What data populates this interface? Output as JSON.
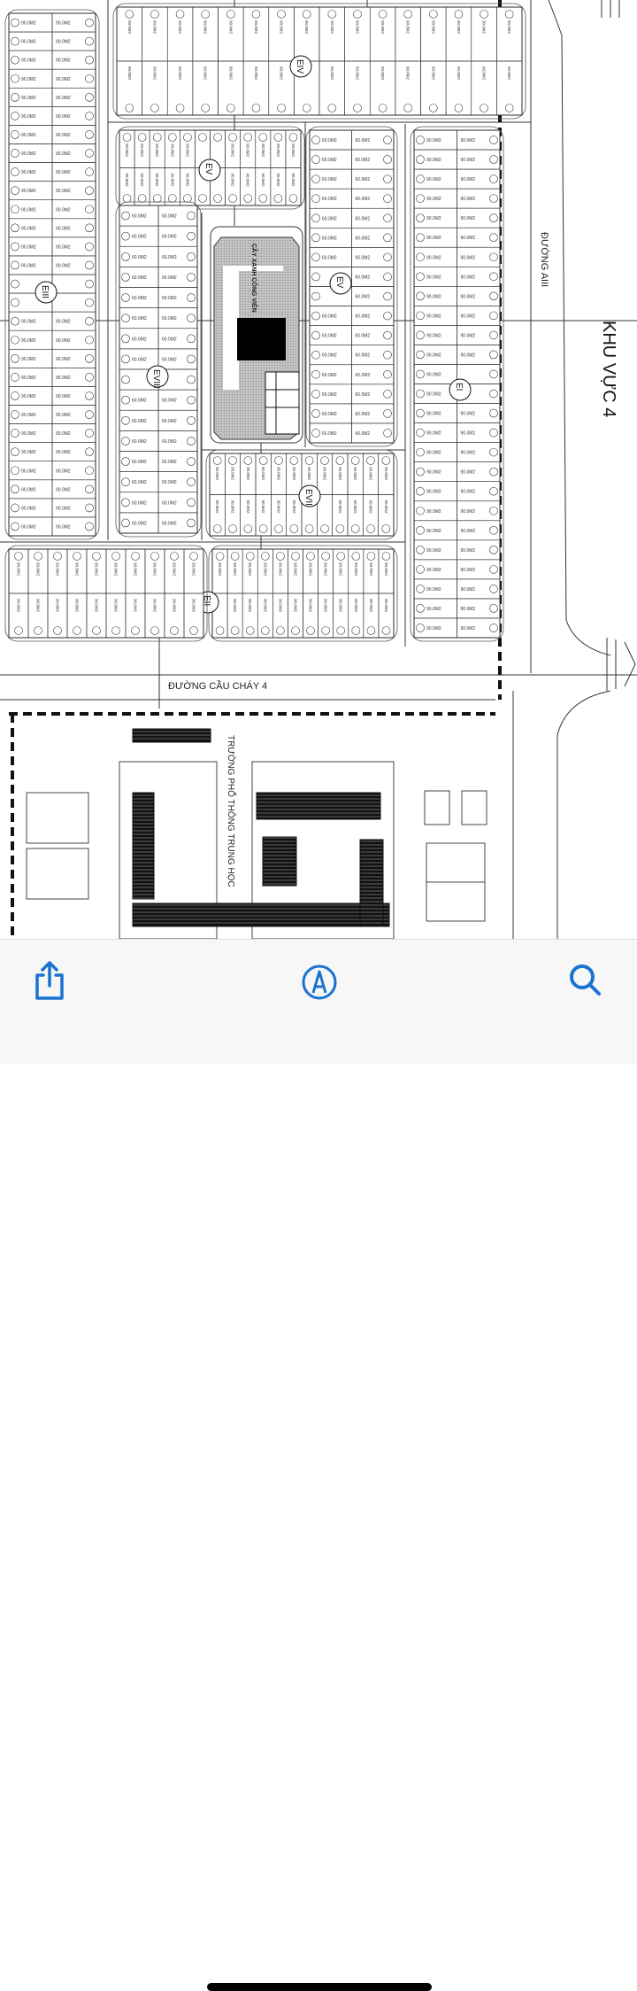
{
  "map": {
    "road_labels": {
      "cau_chay_4": "ĐƯỜNG CẦU CHÁY 4",
      "a3": "ĐƯỜNG AIII"
    },
    "zone_label": "KHU VỰC 4",
    "school_label": "TRƯỜNG PHỔ THÔNG TRUNG HỌC",
    "park_label": "CÂY XANH CÔNG VIÊN",
    "block_labels": {
      "eiv": "EIV",
      "evi": "EV",
      "ev": "EV",
      "eiii": "EIII",
      "eviii": "EVIII",
      "ei": "EI",
      "evii": "EVII",
      "eii": "EII"
    },
    "lot_area_labels": [
      "90.0M2",
      "60.0M2"
    ],
    "colors": {
      "line": "#222222",
      "park_fill": "#b9b9b9",
      "accent": "#1a73d0"
    }
  },
  "toolbar": {
    "share_icon": "share-icon",
    "markup_icon": "markup-pencil-icon",
    "search_icon": "search-icon"
  }
}
